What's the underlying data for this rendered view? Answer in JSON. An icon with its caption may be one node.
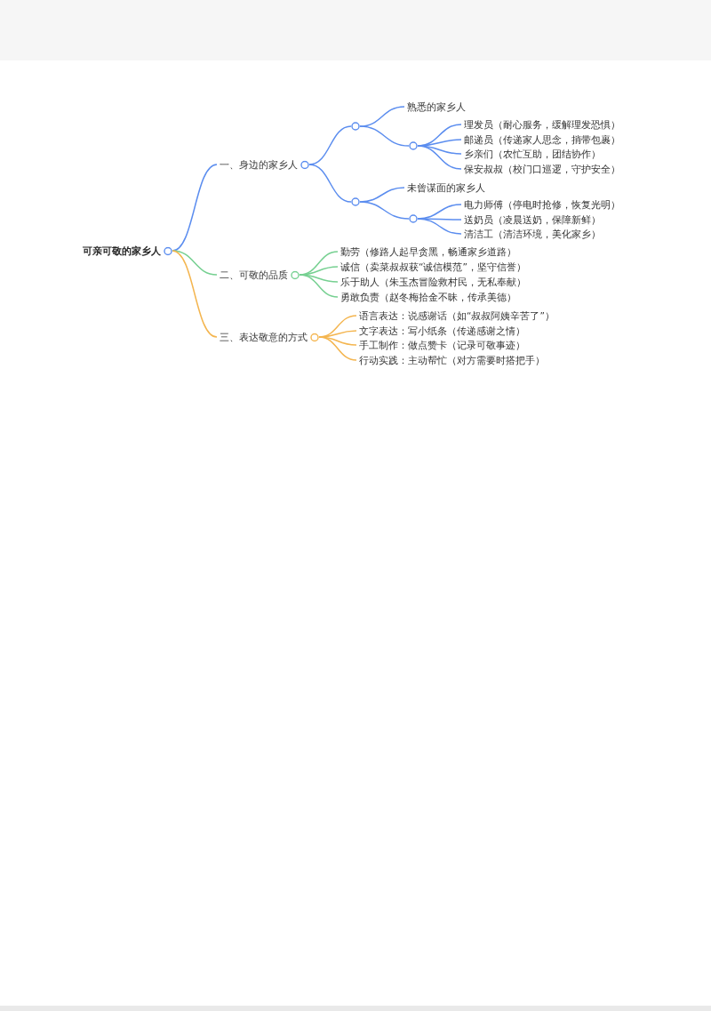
{
  "diagram": {
    "nodes": [
      {
        "text": [
          "可亲可敬的家乡人"
        ]
      },
      {
        "text": [
          "一、身边的家乡人"
        ]
      },
      {
        "text": [],
        "shape": "circle"
      },
      {
        "text": [
          "熟悉的家乡人"
        ]
      },
      {
        "text": [],
        "shape": "circle"
      },
      {
        "text": [
          "理发员（耐心服务，缓解理发恐惧）"
        ]
      },
      {
        "text": [
          "邮递员（传递家人思念，捎带包裹）"
        ]
      },
      {
        "text": [
          "乡亲们（农忙互助，团结协作）"
        ]
      },
      {
        "text": [
          "保安叔叔（校门口巡逻，守护安全）"
        ]
      },
      {
        "text": [],
        "shape": "circle"
      },
      {
        "text": [
          "未曾谋面的家乡人"
        ]
      },
      {
        "text": [],
        "shape": "circle"
      },
      {
        "text": [
          "电力师傅（停电时抢修，恢复光明）"
        ]
      },
      {
        "text": [
          "送奶员（凌晨送奶，保障新鲜）"
        ]
      },
      {
        "text": [
          "清洁工（清洁环境，美化家乡）"
        ]
      },
      {
        "text": [
          "二、可敬的品质"
        ]
      },
      {
        "text": [
          "勤劳（修路人起早贪黑，畅通家乡道路）"
        ]
      },
      {
        "text": [
          "诚信（卖菜叔叔获“诚信模范”，坚守信誉）"
        ]
      },
      {
        "text": [
          "乐于助人（朱玉杰冒险救村民，无私奉献）"
        ]
      },
      {
        "text": [
          "勇敢负责（赵冬梅拾金不昧，传承美德）"
        ]
      },
      {
        "text": [
          "三、表达敬意的方式"
        ]
      },
      {
        "text": [
          "语言表达：说感谢话（如“叔叔阿姨辛苦了”）"
        ]
      },
      {
        "text": [
          "文字表达：写小纸条（传递感谢之情）"
        ]
      },
      {
        "text": [
          "手工制作：做点赞卡（记录可敬事迹）"
        ]
      },
      {
        "text": [
          "行动实践：主动帮忙（对方需要时搭把手）"
        ]
      }
    ],
    "edges": [
      {
        "from": 0,
        "to": 1,
        "arrow": "none"
      },
      {
        "from": 1,
        "to": 2,
        "arrow": "none"
      },
      {
        "from": 2,
        "to": 3,
        "arrow": "none"
      },
      {
        "from": 2,
        "to": 4,
        "arrow": "none"
      },
      {
        "from": 4,
        "to": 5,
        "arrow": "none"
      },
      {
        "from": 4,
        "to": 6,
        "arrow": "none"
      },
      {
        "from": 4,
        "to": 7,
        "arrow": "none"
      },
      {
        "from": 4,
        "to": 8,
        "arrow": "none"
      },
      {
        "from": 1,
        "to": 9,
        "arrow": "none"
      },
      {
        "from": 9,
        "to": 10,
        "arrow": "none"
      },
      {
        "from": 9,
        "to": 11,
        "arrow": "none"
      },
      {
        "from": 11,
        "to": 12,
        "arrow": "none"
      },
      {
        "from": 11,
        "to": 13,
        "arrow": "none"
      },
      {
        "from": 11,
        "to": 14,
        "arrow": "none"
      },
      {
        "from": 0,
        "to": 15,
        "arrow": "none",
        "color": "#76d091"
      },
      {
        "from": 15,
        "to": 16,
        "arrow": "none",
        "color": "#76d091"
      },
      {
        "from": 15,
        "to": 17,
        "arrow": "none",
        "color": "#76d091"
      },
      {
        "from": 15,
        "to": 18,
        "arrow": "none",
        "color": "#76d091"
      },
      {
        "from": 15,
        "to": 19,
        "arrow": "none",
        "color": "#76d091"
      },
      {
        "from": 0,
        "to": 20,
        "arrow": "none",
        "color": "#f4b54f"
      },
      {
        "from": 20,
        "to": 21,
        "arrow": "none",
        "color": "#f4b54f"
      },
      {
        "from": 20,
        "to": 22,
        "arrow": "none",
        "color": "#f4b54f"
      },
      {
        "from": 20,
        "to": 23,
        "arrow": "none",
        "color": "#f4b54f"
      },
      {
        "from": 20,
        "to": 24,
        "arrow": "none",
        "color": "#f4b54f"
      }
    ]
  }
}
